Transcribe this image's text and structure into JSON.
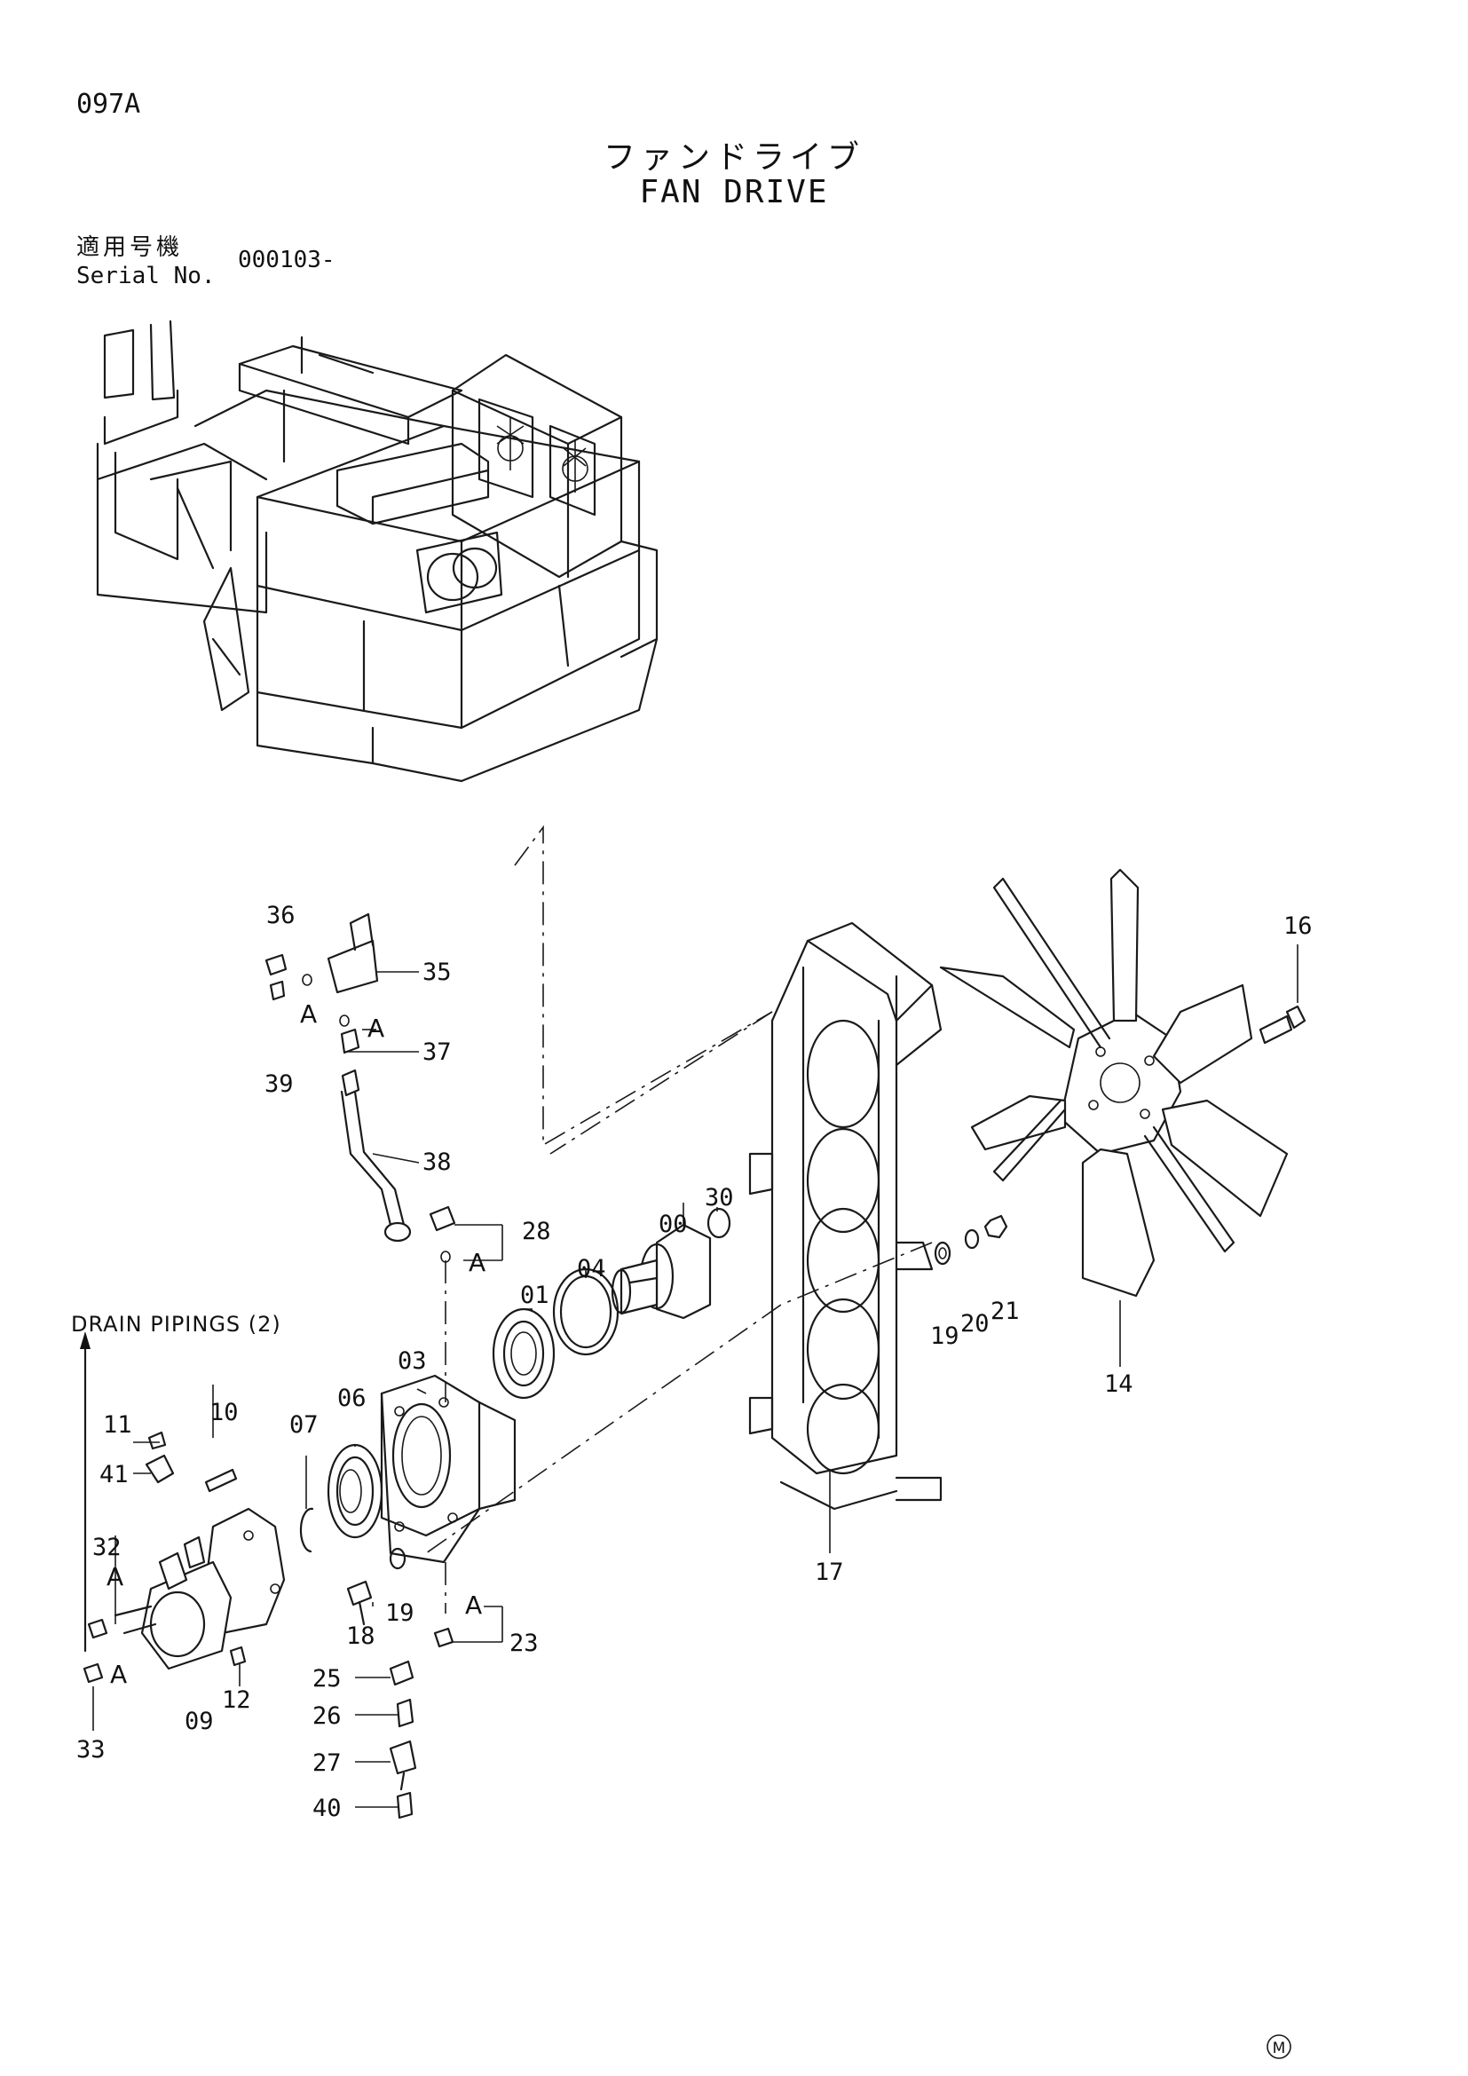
{
  "header": {
    "page_code": "097A",
    "title_jp": "ファンドライブ",
    "title_en": "FAN DRIVE",
    "serial_label_jp": "適用号機",
    "serial_label_en": "Serial No.",
    "serial_value": "000103-"
  },
  "callouts": {
    "drain_pipings": "DRAIN PIPINGS (2)",
    "ref_a": "A",
    "p36": "36",
    "p35": "35",
    "p39": "39",
    "p37": "37",
    "p38": "38",
    "p28": "28",
    "p30": "30",
    "p00": "00",
    "p04": "04",
    "p01": "01",
    "p03": "03",
    "p06": "06",
    "p07": "07",
    "p10": "10",
    "p11": "11",
    "p41": "41",
    "p32": "32",
    "p33": "33",
    "p09": "09",
    "p12": "12",
    "p18": "18",
    "p19": "19",
    "p23": "23",
    "p25": "25",
    "p26": "26",
    "p27": "27",
    "p40": "40",
    "p17": "17",
    "p16": "16",
    "p14": "14",
    "p20": "20",
    "p21": "21"
  },
  "footer": {
    "mark": "M"
  }
}
